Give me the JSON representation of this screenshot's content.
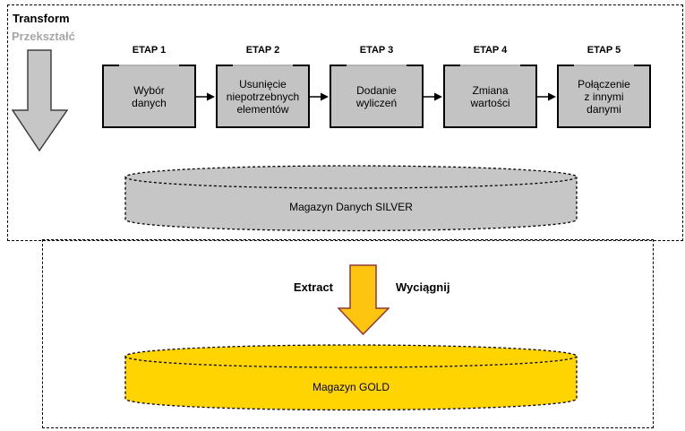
{
  "transform_section": {
    "title": "Transform",
    "subtitle": "Przekształć",
    "stages": [
      {
        "label": "ETAP 1",
        "text": "Wybór\ndanych"
      },
      {
        "label": "ETAP 2",
        "text": "Usunięcie\nniepotrzebnych\nelementów"
      },
      {
        "label": "ETAP 3",
        "text": "Dodanie\nwyliczeń"
      },
      {
        "label": "ETAP 4",
        "text": "Zmiana\nwartości"
      },
      {
        "label": "ETAP 5",
        "text": "Połączenie\nz innymi\ndanymi"
      }
    ],
    "warehouse": {
      "label": "Magazyn Danych SILVER"
    }
  },
  "extract_section": {
    "title": "Extract",
    "subtitle": "Wyciągnij",
    "warehouse": {
      "label": "Magazyn GOLD"
    }
  },
  "colors": {
    "stage_box_fill": "#c3c3c3",
    "silver_fill": "#c6c6c6",
    "gold_fill": "#ffd400",
    "gray_arrow_fill": "#c6c6c6",
    "gray_arrow_border": "#404040",
    "gold_arrow_fill": "#fdc50f",
    "gold_arrow_border": "#943634",
    "subtitle_gray": "#a6a6a6"
  }
}
